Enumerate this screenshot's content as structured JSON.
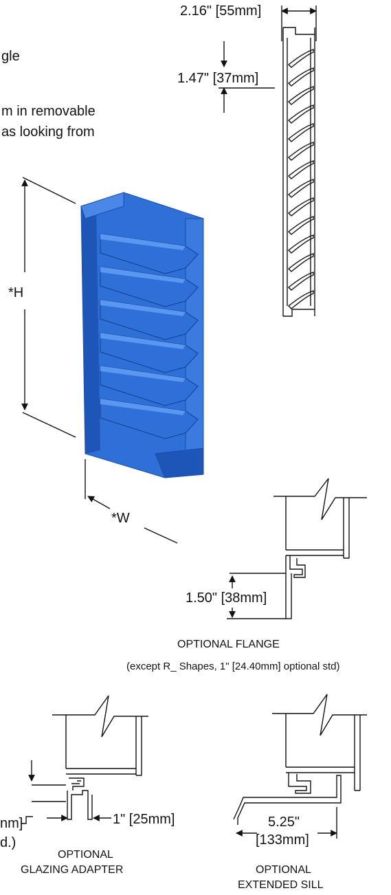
{
  "notes": {
    "line1": "gle",
    "line2": "m in removable",
    "line3": "as looking from"
  },
  "side_section": {
    "depth_label": "2.16\" [55mm]",
    "pitch_label": "1.47\" [37mm]"
  },
  "louver_3d": {
    "height_label": "*H",
    "width_label": "*W",
    "color": "#2F6FD8"
  },
  "optional_flange": {
    "dim_label": "1.50\" [38mm]",
    "title": "OPTIONAL FLANGE",
    "note": "(except R_ Shapes, 1\" [24.40mm] optional std)"
  },
  "glazing_adapter": {
    "left_dim_partial": "nm]",
    "left_note_partial": "d.)",
    "dim_label": "1\" [25mm]",
    "title_line1": "OPTIONAL",
    "title_line2": "GLAZING ADAPTER"
  },
  "extended_sill": {
    "dim_line1": "5.25\"",
    "dim_line2": "[133mm]",
    "title_line1": "OPTIONAL",
    "title_line2": "EXTENDED SILL"
  }
}
